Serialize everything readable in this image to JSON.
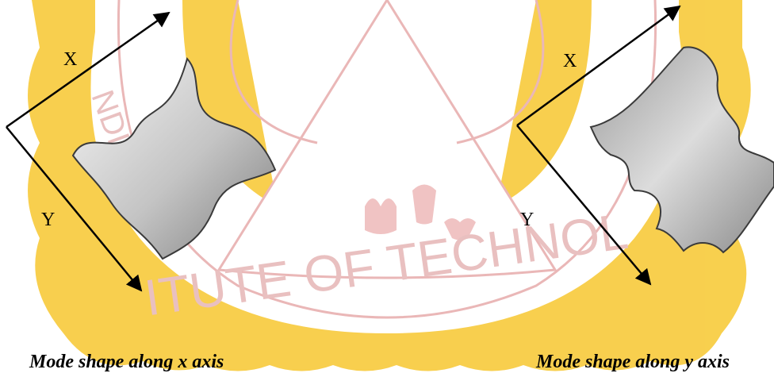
{
  "colors": {
    "watermark_yellow": "#f7c83a",
    "watermark_pink": "#e8b7b7",
    "axis": "#000000",
    "plate_outline": "#3a3a3a",
    "plate_light": "#f4f4f4",
    "plate_dark": "#8c8c8c"
  },
  "watermark": {
    "bottom_text": "ITUTE OF TECHNOL",
    "left_fragment": "NDIA"
  },
  "diagrams": [
    {
      "axis_x_label": "X",
      "axis_y_label": "Y",
      "caption": "Mode shape along x axis"
    },
    {
      "axis_x_label": "X",
      "axis_y_label": "Y",
      "caption": "Mode shape along y axis"
    }
  ]
}
